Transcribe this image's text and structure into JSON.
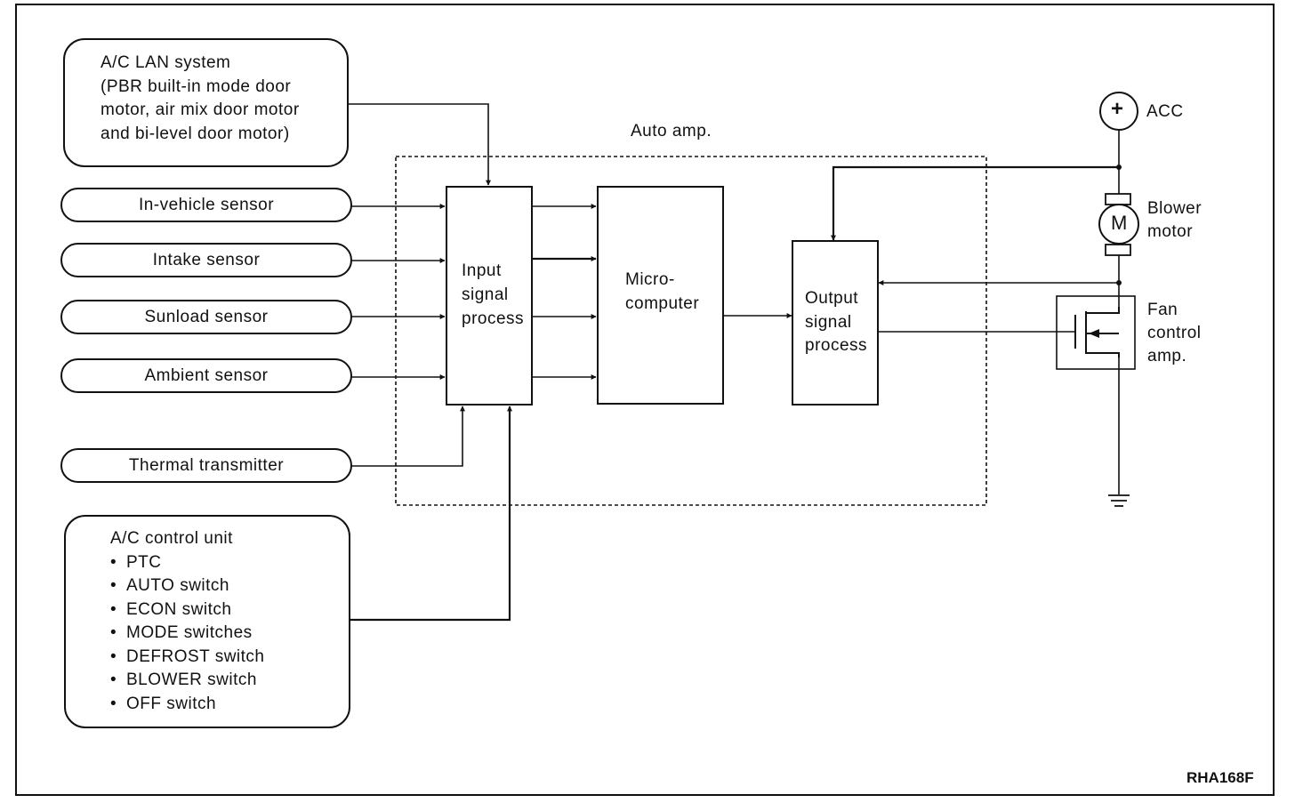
{
  "diagram": {
    "auto_amp_label": "Auto amp.",
    "lan_system": [
      "A/C LAN system",
      "(PBR built-in mode door",
      "motor, air mix door motor",
      "and bi-level door motor)"
    ],
    "sensors": {
      "in_vehicle": "In-vehicle sensor",
      "intake": "Intake sensor",
      "sunload": "Sunload sensor",
      "ambient": "Ambient sensor",
      "thermal": "Thermal transmitter"
    },
    "control_unit": {
      "title": "A/C control unit",
      "items": [
        "PTC",
        "AUTO switch",
        "ECON switch",
        "MODE switches",
        "DEFROST switch",
        "BLOWER switch",
        "OFF switch"
      ]
    },
    "input_block": [
      "Input",
      "signal",
      "process"
    ],
    "micro_block": [
      "Micro-",
      "computer"
    ],
    "output_block": [
      "Output",
      "signal",
      "process"
    ],
    "acc": {
      "symbol": "+",
      "label": "ACC"
    },
    "blower": {
      "symbol": "M",
      "label": [
        "Blower",
        "motor"
      ]
    },
    "fan_amp": [
      "Fan",
      "control",
      "amp."
    ],
    "code": "RHA168F"
  }
}
